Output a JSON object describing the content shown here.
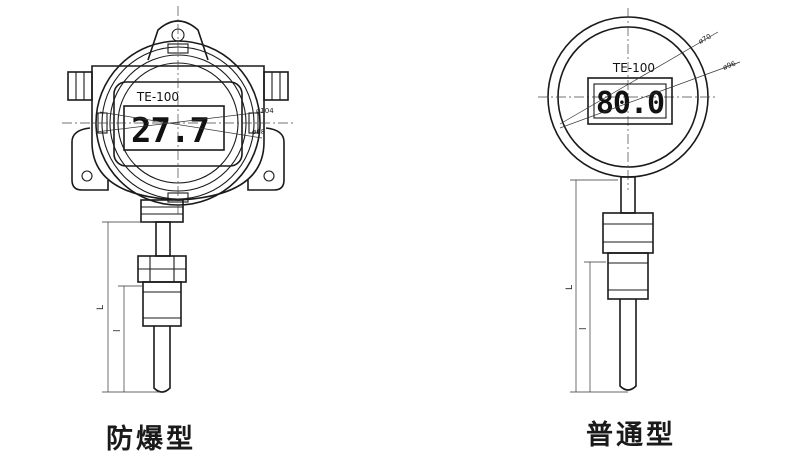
{
  "left_device": {
    "model_label": "TE-100",
    "display_value": "27.7",
    "dim_outer": "ø104",
    "dim_inner": "ø68",
    "dim_total_length": "L",
    "dim_probe_length": "l",
    "caption": "防爆型"
  },
  "right_device": {
    "model_label": "TE-100",
    "display_value": "80.0",
    "dim_inner": "ø70",
    "dim_outer": "ø96",
    "dim_total_length": "L",
    "dim_probe_length": "l",
    "caption": "普通型"
  }
}
